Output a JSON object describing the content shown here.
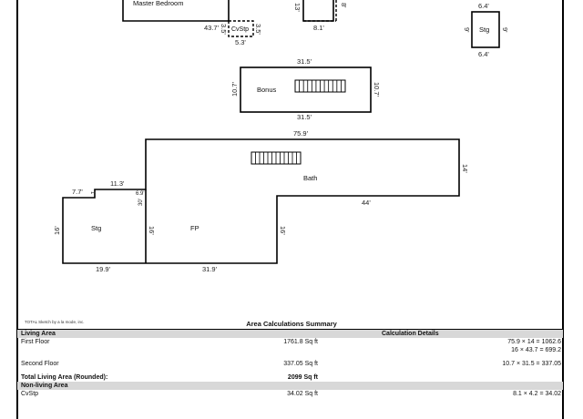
{
  "rooms": {
    "master_bedroom": "Master Bedroom",
    "cvstp": "CvStp",
    "stg_top": "Stg",
    "bonus": "Bonus",
    "bath": "Bath",
    "stg_left": "Stg",
    "fp": "FP"
  },
  "dims": {
    "mb_bottom_left": "43.7'",
    "mb_bottom_right": "8.1'",
    "mb_right": "13'",
    "mb_right_small": "8'",
    "cv_left": "3.5'",
    "cv_right": "3.5'",
    "cv_bottom": "5.3'",
    "stg_top": "6.4'",
    "stg_bottom": "6.4'",
    "stg_left": "9'",
    "stg_right": "9'",
    "bonus_top": "31.5'",
    "bonus_bottom": "31.5'",
    "bonus_left": "10.7'",
    "bonus_right": "10.7'",
    "main_top": "75.9'",
    "main_right": "14'",
    "main_inner": "44'",
    "main_right_lower": "16'",
    "main_bottom_right": "31.9'",
    "main_bottom_left": "19.9'",
    "left_wall": "16'",
    "inner_wall": "16'",
    "step_top": "11.3'",
    "step_left": "7.7'",
    "step_small_a": "1'",
    "step_small_b": "30'",
    "step_small_c": "6.9'"
  },
  "credit": "TOTAL Sketch by a la mode, inc.",
  "summary": {
    "title": "Area Calculations Summary",
    "living_header": "Living Area",
    "calc_header": "Calculation Details",
    "first_floor_label": "First Floor",
    "first_floor_area": "1761.8 Sq ft",
    "first_floor_calc_1": "75.9 × 14   =  1062.6",
    "first_floor_calc_2": "16 × 43.7   =   699.2",
    "second_floor_label": "Second Floor",
    "second_floor_area": "337.05 Sq ft",
    "second_floor_calc": "10.7 × 31.5 =  337.05",
    "total_label": "Total Living Area (Rounded):",
    "total_area": "2099 Sq ft",
    "nonliving_header": "Non-living Area",
    "cvstp_label": "CvStp",
    "cvstp_area": "34.02 Sq ft",
    "cvstp_calc": "8.1 × 4.2   =   34.02"
  }
}
